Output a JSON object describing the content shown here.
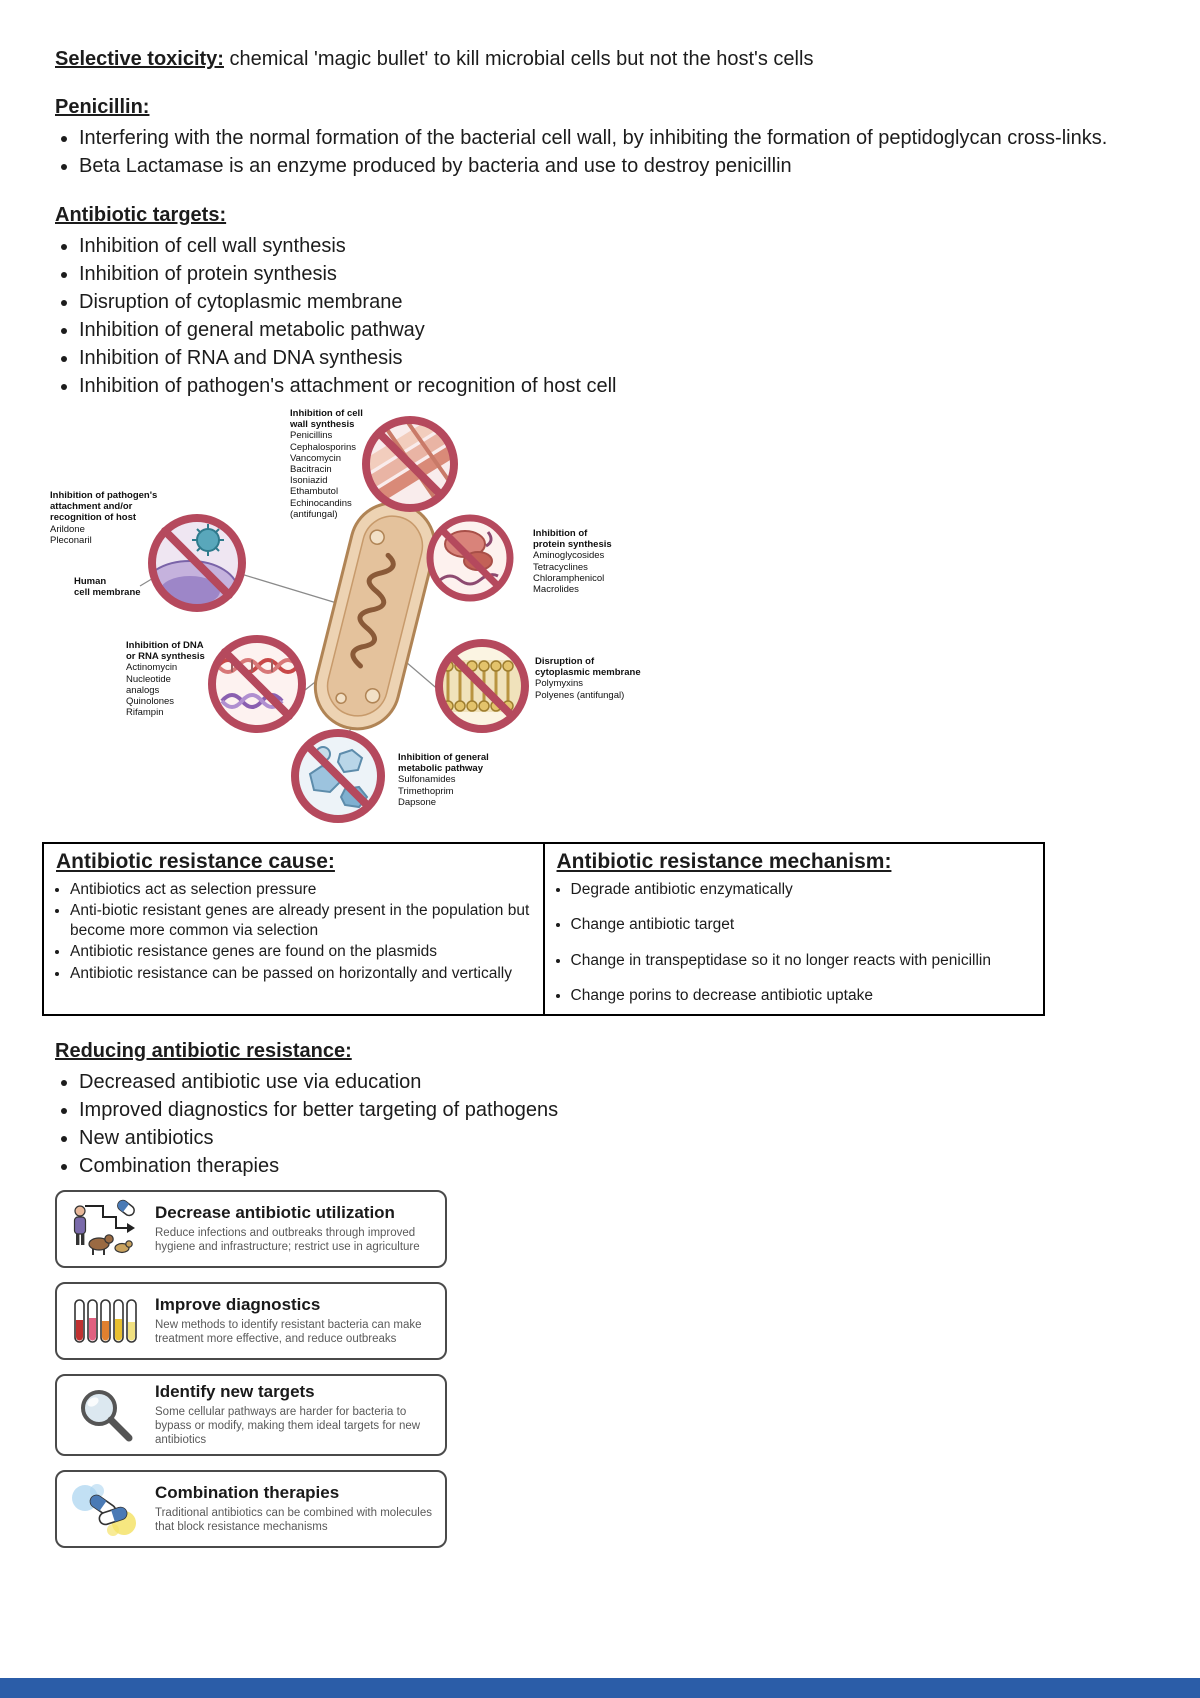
{
  "intro": {
    "heading": "Selective toxicity:",
    "text": " chemical 'magic bullet' to kill microbial cells but not the host's cells"
  },
  "penicillin": {
    "heading": "Penicillin:",
    "bullets": [
      "Interfering with the normal formation of the bacterial cell wall, by inhibiting the formation of peptidoglycan cross-links.",
      "Beta Lactamase is an enzyme produced by bacteria and use to destroy penicillin"
    ]
  },
  "targets": {
    "heading": "Antibiotic targets:",
    "bullets": [
      "Inhibition of cell wall synthesis",
      "Inhibition of protein synthesis",
      "Disruption of cytoplasmic membrane",
      "Inhibition of general metabolic pathway",
      "Inhibition of RNA and DNA synthesis",
      "Inhibition of pathogen's attachment or recognition of host cell"
    ]
  },
  "diagram": {
    "labels": {
      "cell_wall": {
        "target": "Inhibition of cell\nwall synthesis",
        "drugs": "Penicillins\nCephalosporins\nVancomycin\nBacitracin\nIsoniazid\nEthambutol\nEchinocandins\n(antifungal)"
      },
      "attachment": {
        "target": "Inhibition of pathogen's\nattachment and/or\nrecognition of host",
        "drugs": "Arildone\nPleconaril"
      },
      "human_cell": {
        "target": "Human\ncell membrane",
        "drugs": ""
      },
      "protein": {
        "target": "Inhibition of\nprotein synthesis",
        "drugs": "Aminoglycosides\nTetracyclines\nChloramphenicol\nMacrolides"
      },
      "dna": {
        "target": "Inhibition of DNA\nor RNA synthesis",
        "drugs": "Actinomycin\nNucleotide\nanalogs\nQuinolones\nRifampin"
      },
      "membrane": {
        "target": "Disruption of\ncytoplasmic membrane",
        "drugs": "Polymyxins\nPolyenes (antifungal)"
      },
      "metabolic": {
        "target": "Inhibition of general\nmetabolic pathway",
        "drugs": "Sulfonamides\nTrimethoprim\nDapsone"
      }
    }
  },
  "resistance_table": {
    "cause": {
      "heading": "Antibiotic resistance cause:",
      "items": [
        "Antibiotics act as selection pressure",
        "Anti-biotic resistant genes are already present in the population but become more common via selection",
        "Antibiotic resistance genes are found on the plasmids",
        "Antibiotic resistance can be passed on horizontally and vertically"
      ]
    },
    "mechanism": {
      "heading": "Antibiotic resistance mechanism:",
      "items": [
        "Degrade antibiotic enzymatically",
        "Change antibiotic target",
        "Change in transpeptidase so it no longer reacts with penicillin",
        "Change porins to decrease antibiotic uptake"
      ]
    }
  },
  "reducing": {
    "heading": "Reducing antibiotic resistance:",
    "bullets": [
      "Decreased antibiotic use via education",
      "Improved diagnostics for better targeting of pathogens",
      "New antibiotics",
      "Combination therapies"
    ]
  },
  "strategies": [
    {
      "title": "Decrease antibiotic utilization",
      "description": "Reduce infections and outbreaks through improved hygiene and infrastructure; restrict use in agriculture",
      "icon": "people-animals-pill-icon"
    },
    {
      "title": "Improve diagnostics",
      "description": "New methods to identify resistant bacteria can make treatment more effective, and reduce outbreaks",
      "icon": "test-tubes-icon"
    },
    {
      "title": "Identify new targets",
      "description": "Some cellular pathways are harder for bacteria to bypass or modify, making them ideal targets for new antibiotics",
      "icon": "magnifier-icon"
    },
    {
      "title": "Combination therapies",
      "description": "Traditional antibiotics can be combined with molecules that block resistance mechanisms",
      "icon": "capsules-icon"
    }
  ],
  "colors": {
    "footer_bar": "#2b5da8",
    "prohibition": "#b5495d"
  }
}
